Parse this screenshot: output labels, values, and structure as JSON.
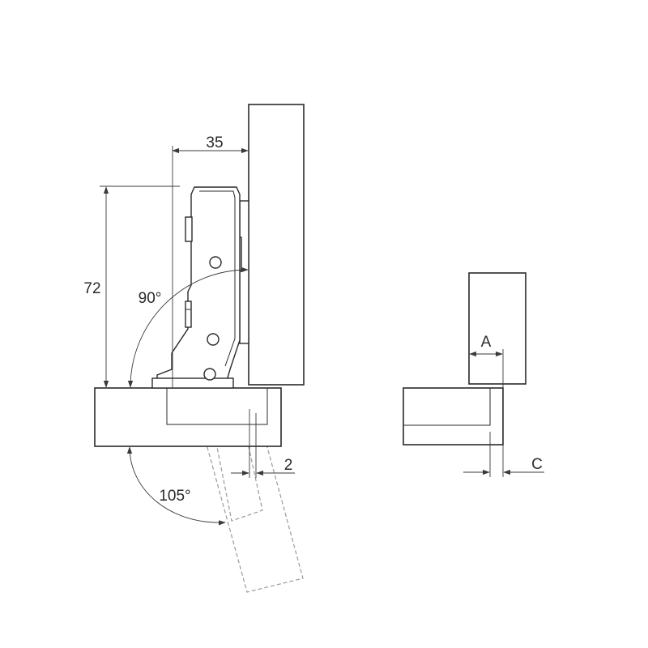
{
  "diagram": {
    "dimensions": {
      "width_label": "35",
      "height_label": "72",
      "open_angle_label": "90°",
      "max_angle_label": "105°",
      "gap_label": "2"
    },
    "detail": {
      "label_a": "A",
      "label_c": "C"
    },
    "colors": {
      "line": "#2a2a2a",
      "dashed_outline": "#9a9a9a",
      "background": "#ffffff"
    }
  }
}
